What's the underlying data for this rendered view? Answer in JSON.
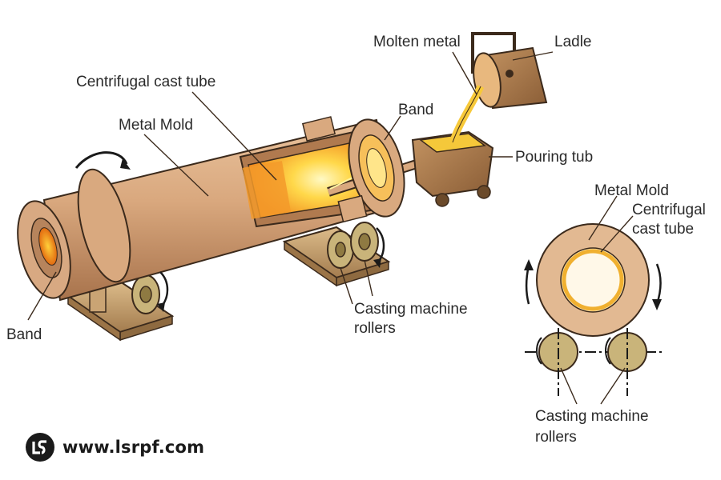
{
  "labels": {
    "centrifugal_cast_tube": "Centrifugal cast tube",
    "metal_mold": "Metal Mold",
    "band_left": "Band",
    "band_top": "Band",
    "molten_metal": "Molten metal",
    "ladle": "Ladle",
    "pouring_tub": "Pouring tub",
    "casting_rollers_line1": "Casting machine",
    "casting_rollers_line2": "rollers",
    "cross_metal_mold": "Metal Mold",
    "cross_centrifugal_line1": "Centrifugal",
    "cross_centrifugal_line2": "cast tube",
    "cross_rollers_line1": "Casting machine",
    "cross_rollers_line2": "rollers"
  },
  "brand": {
    "url": "www.lsrpf.com",
    "logo": "lsrpf-logo-icon"
  },
  "colors": {
    "mold": "#d6a77f",
    "mold_dark": "#a87550",
    "molten": "#f7c93a",
    "hot_core": "#ff8a1c",
    "roller": "#c9b47a",
    "base": "#c8a270",
    "outline": "#3b2a1c"
  }
}
